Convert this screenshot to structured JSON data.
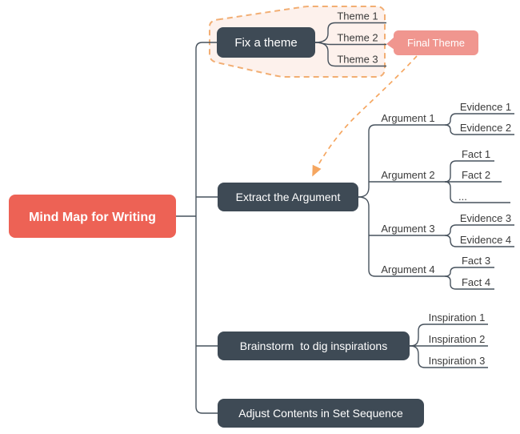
{
  "root": {
    "label": "Mind Map for Writing"
  },
  "branches": [
    {
      "label": "Fix a theme",
      "children": [
        {
          "label": "Theme 1"
        },
        {
          "label": "Theme 2"
        },
        {
          "label": "Theme 3"
        }
      ]
    },
    {
      "label": "Extract the Argument",
      "children": [
        {
          "label": "Argument 1",
          "children": [
            {
              "label": "Evidence 1"
            },
            {
              "label": "Evidence 2"
            }
          ]
        },
        {
          "label": "Argument 2",
          "children": [
            {
              "label": "Fact 1"
            },
            {
              "label": "Fact 2"
            },
            {
              "label": "..."
            }
          ]
        },
        {
          "label": "Argument 3",
          "children": [
            {
              "label": "Evidence 3"
            },
            {
              "label": "Evidence 4"
            }
          ]
        },
        {
          "label": "Argument 4",
          "children": [
            {
              "label": "Fact 3"
            },
            {
              "label": "Fact 4"
            }
          ]
        }
      ]
    },
    {
      "label": "Brainstorm  to dig inspirations",
      "children": [
        {
          "label": "Inspiration 1"
        },
        {
          "label": "Inspiration 2"
        },
        {
          "label": "Inspiration 3"
        }
      ]
    },
    {
      "label": "Adjust Contents in Set Sequence",
      "children": []
    }
  ],
  "callout": {
    "label": "Final Theme"
  },
  "colors": {
    "root_fill": "#ED6255",
    "topic_fill": "#3E4A55",
    "callout_fill": "#F0968F",
    "connector": "#47525D",
    "boundary_stroke": "#F2AE73",
    "boundary_fill": "#FDF1EC",
    "arrow": "#F5A660",
    "label_text": "#3A3A3A"
  }
}
